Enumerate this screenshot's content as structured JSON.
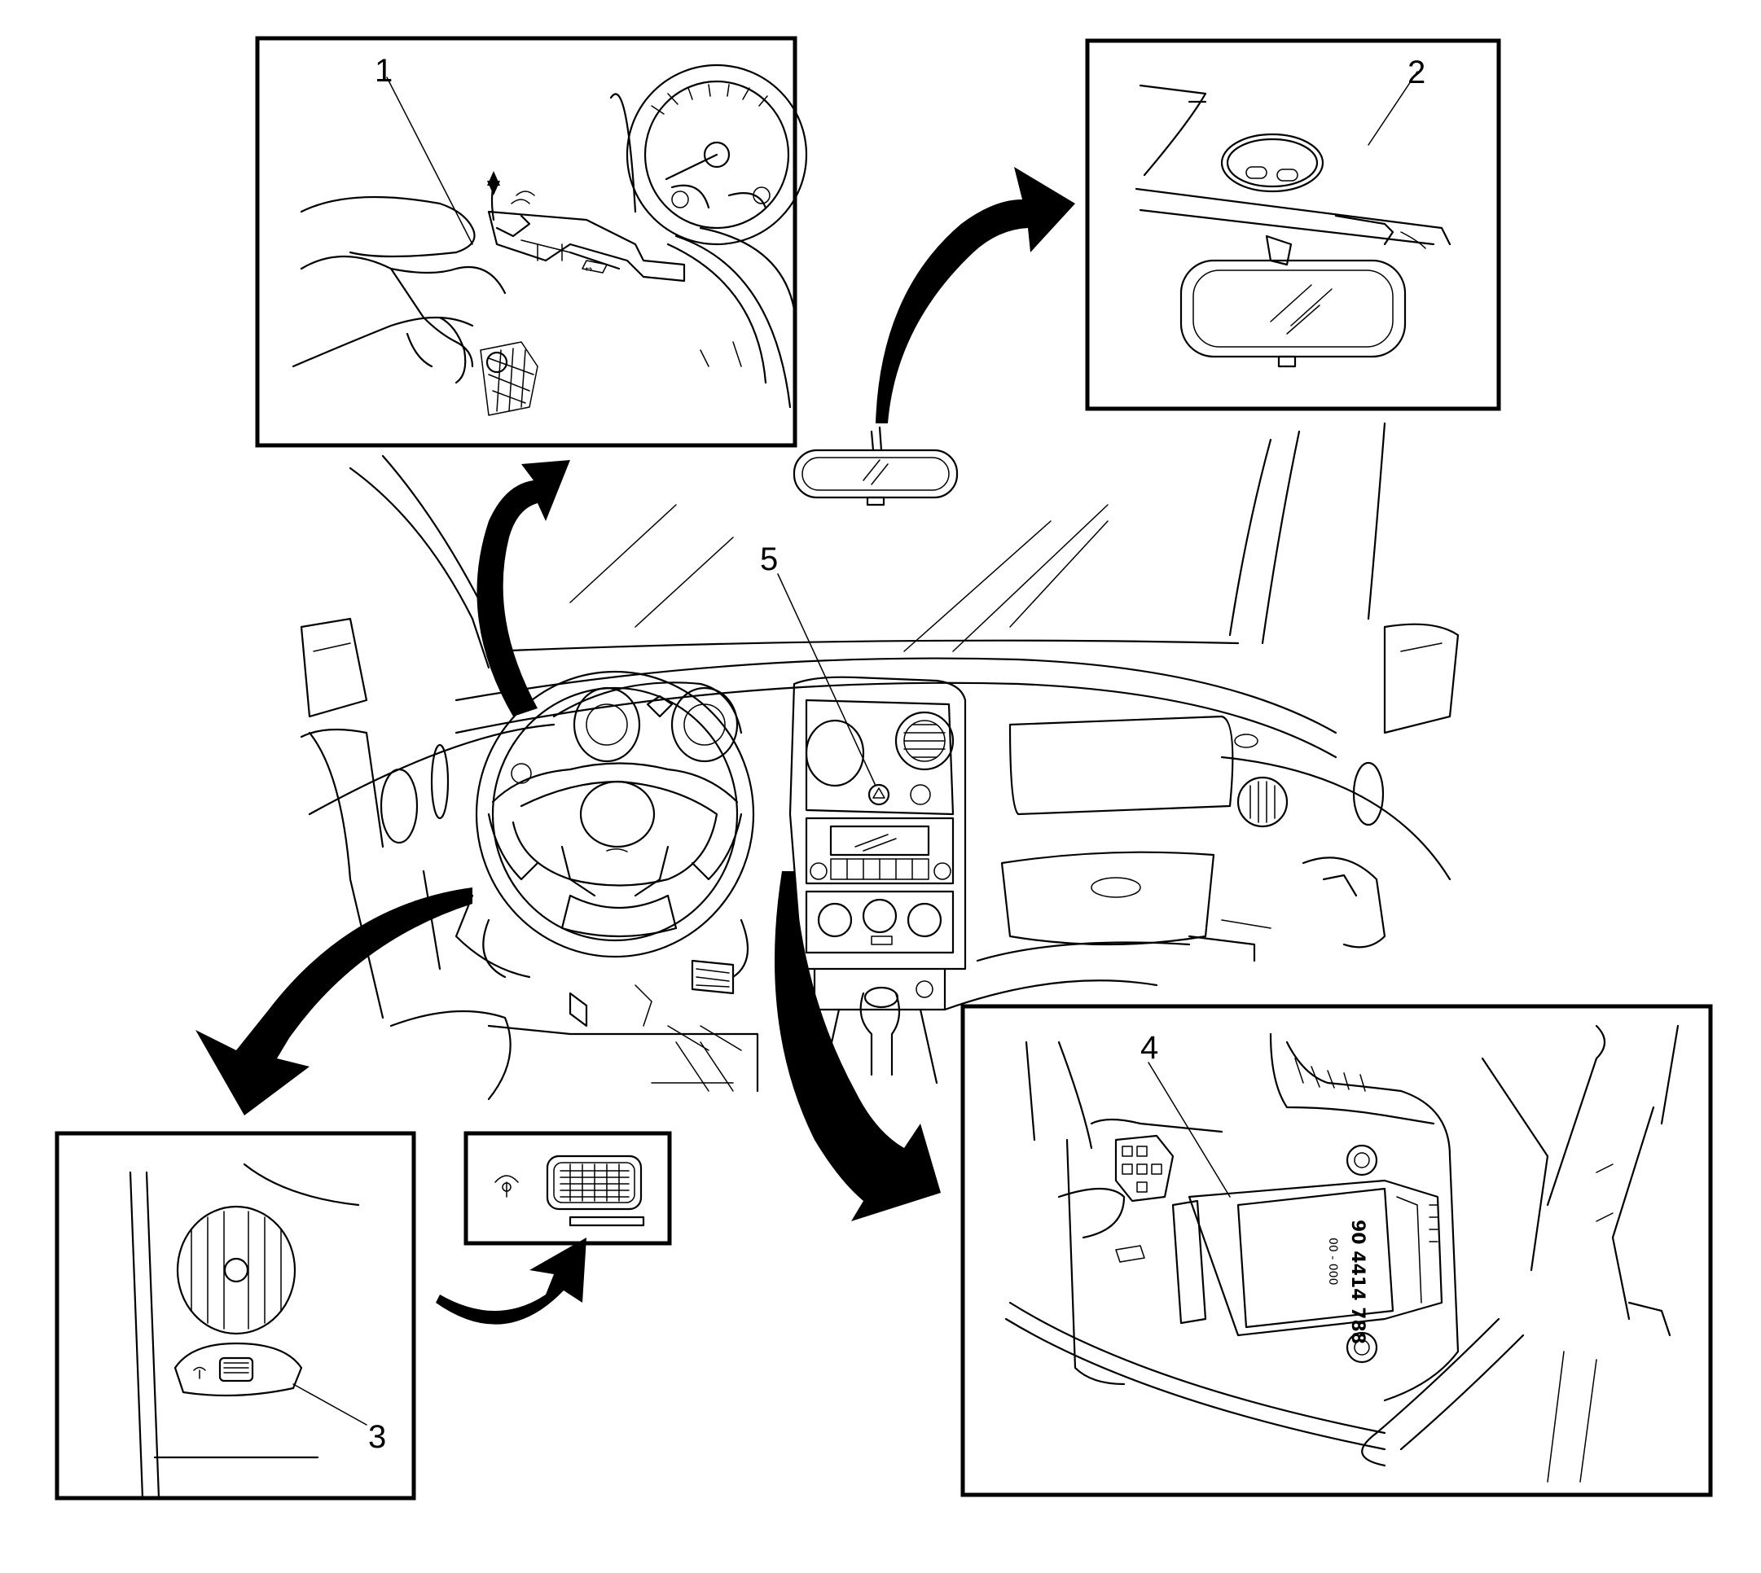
{
  "callouts": {
    "c1": "1",
    "c2": "2",
    "c3": "3",
    "c4": "4",
    "c5": "5"
  },
  "module_label": {
    "part_number": "90 4414 788",
    "sub_code": "00 - 000"
  }
}
